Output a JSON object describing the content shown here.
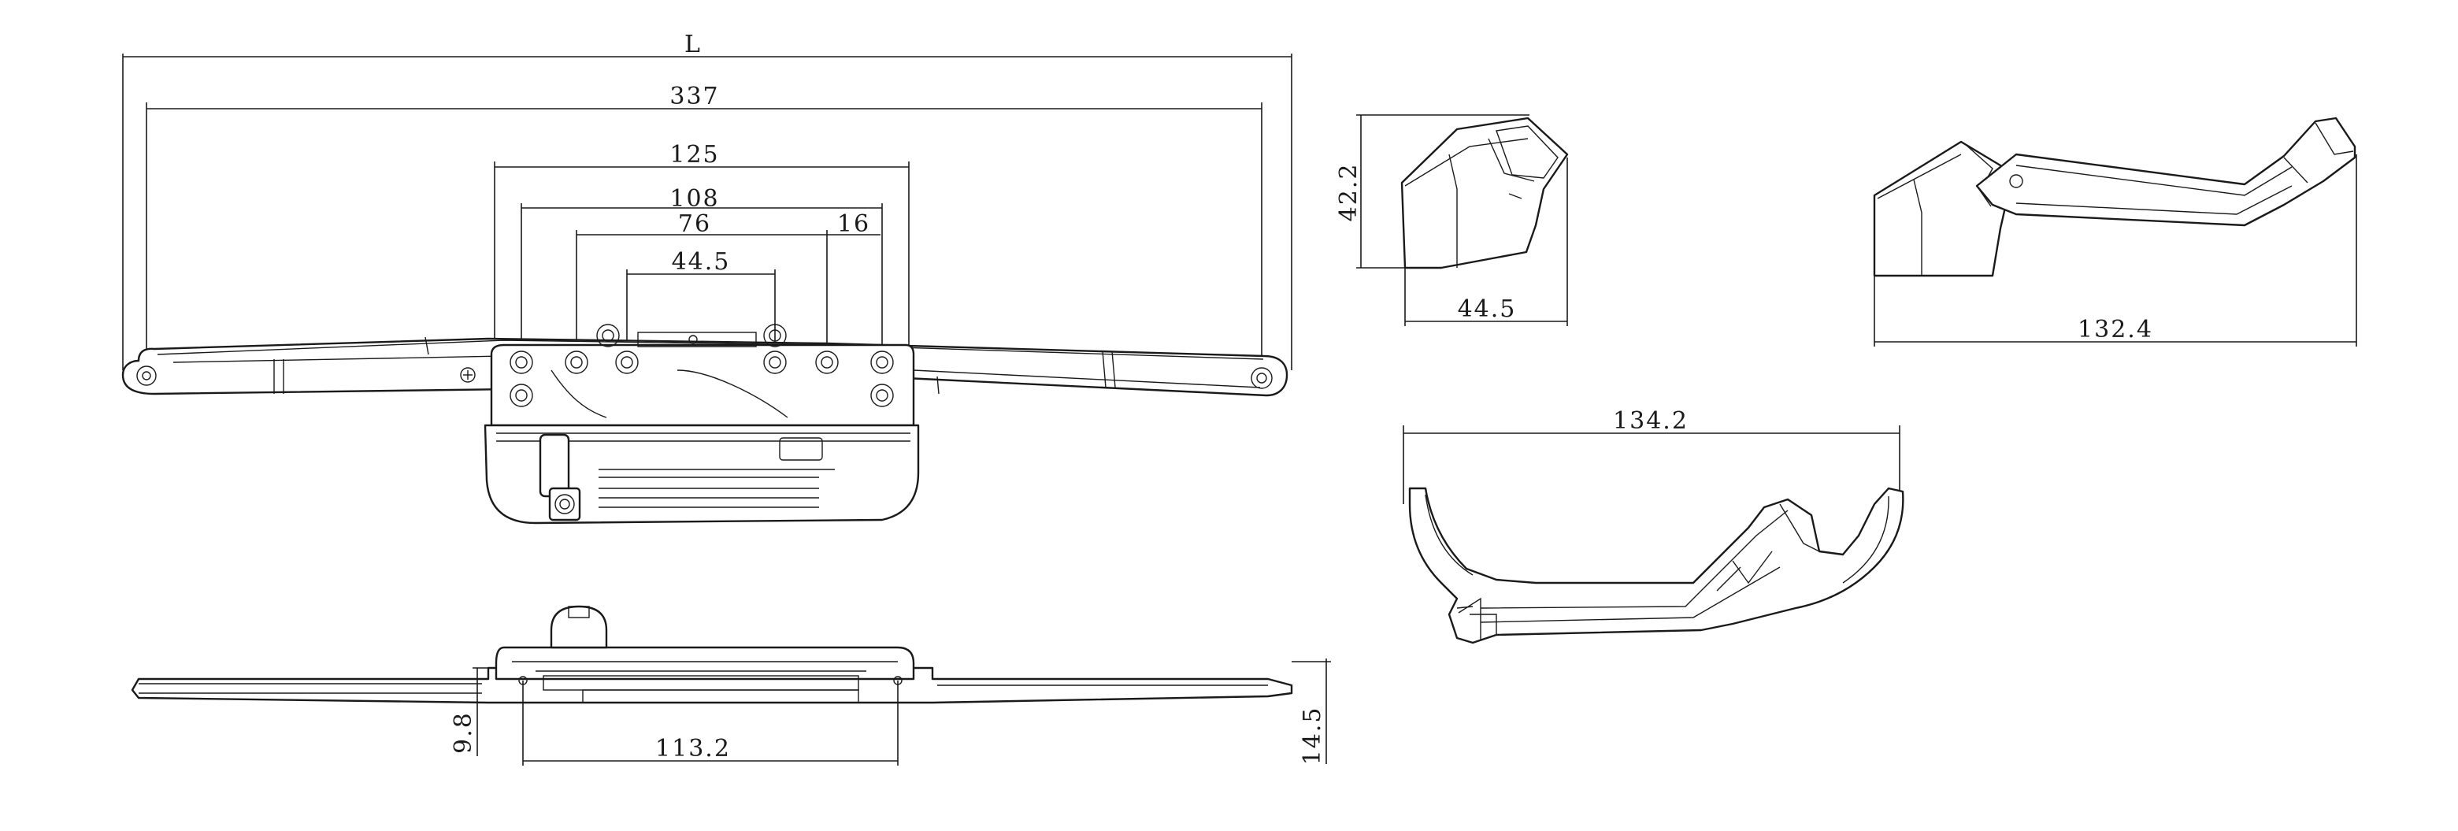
{
  "dimensions": {
    "L": "L",
    "d337": "337",
    "d125": "125",
    "d108": "108",
    "d76": "76",
    "d16": "16",
    "d44_5_top": "44.5",
    "d113_2": "113.2",
    "d9_8": "9.8",
    "d14_5": "14.5",
    "d42_2": "42.2",
    "d44_5_side": "44.5",
    "d132_4": "132.4",
    "d134_2": "134.2"
  },
  "colors": {
    "line": "#1a1a1a",
    "background": "#ffffff"
  }
}
